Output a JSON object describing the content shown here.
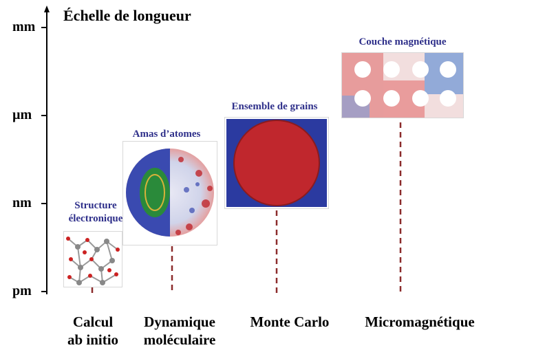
{
  "title": "Échelle de longueur",
  "y_axis": {
    "ticks": [
      "mm",
      "µm",
      "nm",
      "pm"
    ]
  },
  "methods": [
    {
      "label": "Calcul\nab initio",
      "panel": "Structure\nélectronique"
    },
    {
      "label": "Dynamique\nmoléculaire",
      "panel": "Amas d’atomes"
    },
    {
      "label": "Monte Carlo",
      "panel": "Ensemble de grains"
    },
    {
      "label": "Micromagnétique",
      "panel": "Couche magnétique"
    }
  ],
  "colors": {
    "axis": "#000000",
    "leader": "#8b2b2b",
    "panel_label": "#2e2f8a",
    "grain_red": "#c0272d",
    "grain_blue": "#2b3aa0"
  }
}
